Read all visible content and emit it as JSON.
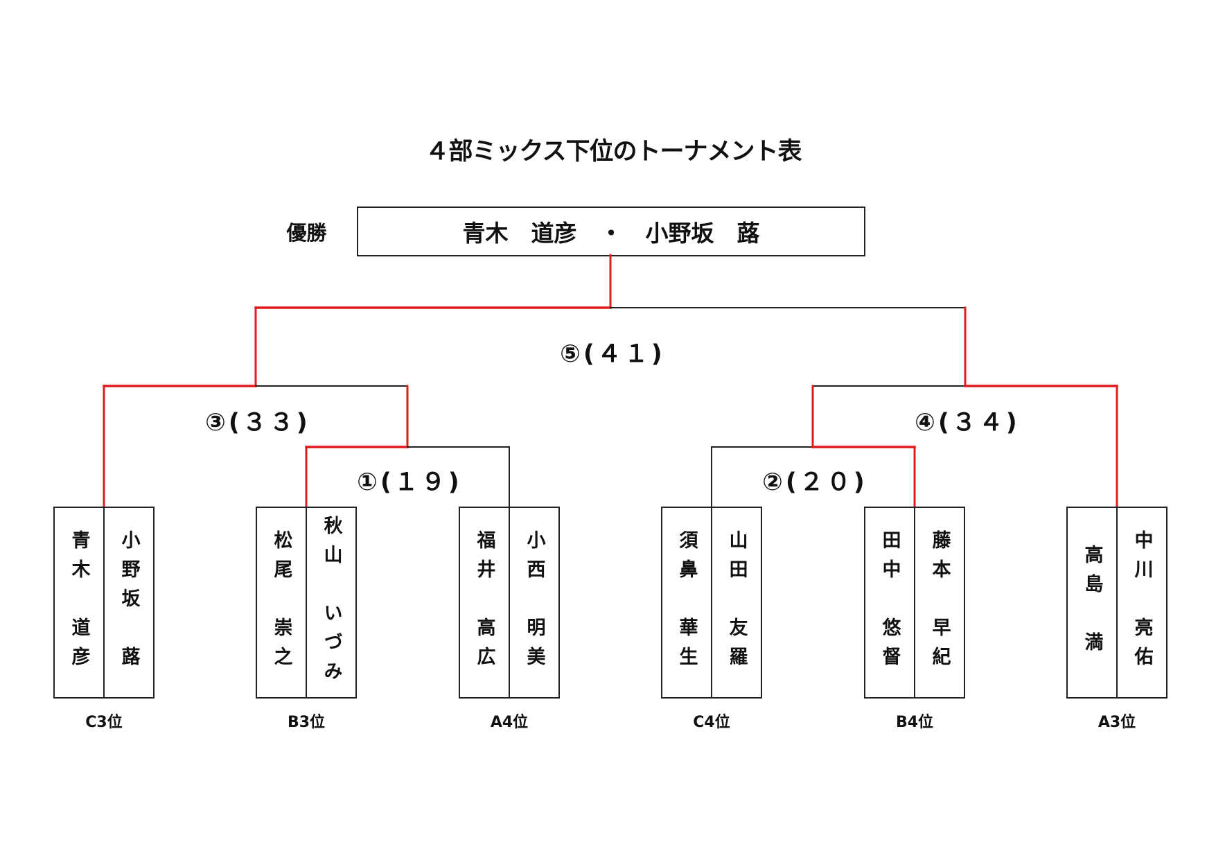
{
  "title": "４部ミックス下位のトーナメント表",
  "champion": {
    "label": "優勝",
    "name": "青木　道彦　・　小野坂　蕗"
  },
  "matches": [
    {
      "label": "①(１９)"
    },
    {
      "label": "②(２０)"
    },
    {
      "label": "③(３３)"
    },
    {
      "label": "④(３４)"
    },
    {
      "label": "⑤(４１)"
    }
  ],
  "pairs": [
    {
      "seed": "C3位",
      "players": [
        "青木　道彦",
        "小野坂　蕗"
      ]
    },
    {
      "seed": "B3位",
      "players": [
        "松尾　崇之",
        "秋山　いづみ"
      ]
    },
    {
      "seed": "A4位",
      "players": [
        "福井　高広",
        "小西　明美"
      ]
    },
    {
      "seed": "C4位",
      "players": [
        "須鼻　華生",
        "山田　友羅"
      ]
    },
    {
      "seed": "B4位",
      "players": [
        "田中　悠督",
        "藤本　早紀"
      ]
    },
    {
      "seed": "A3位",
      "players": [
        "高島　満",
        "中川　亮佑"
      ]
    }
  ],
  "colors": {
    "winner_line": "#e01b1b",
    "line": "#222222"
  }
}
